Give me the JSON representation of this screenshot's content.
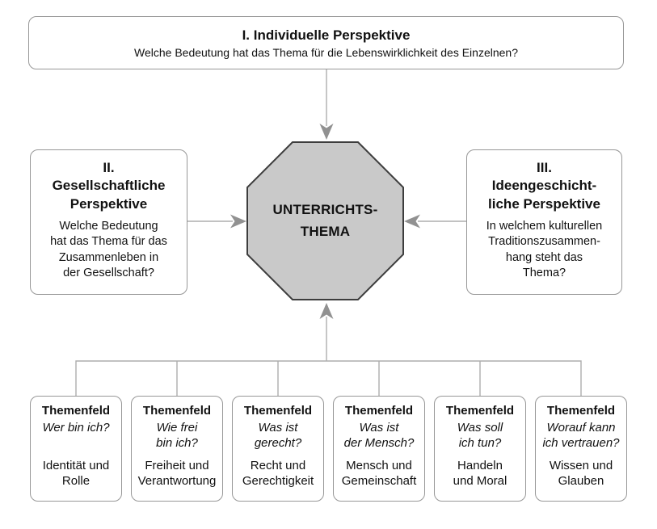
{
  "top_box": {
    "title": "I. Individuelle Perspektive",
    "question": "Welche Bedeutung hat das Thema für die Lebenswirklichkeit des Einzelnen?"
  },
  "left_box": {
    "title": "II.\nGesellschaftliche\nPerspektive",
    "question": "Welche Bedeutung\nhat das Thema für das\nZusammenleben in\nder Gesellschaft?"
  },
  "right_box": {
    "title": "III.\nIdeengeschicht-\nliche Perspektive",
    "question": "In welchem kulturellen\nTraditionszusammen-\nhang steht das\nThema?"
  },
  "center": {
    "label": "UNTERRICHTS-\nTHEMA"
  },
  "theme_fields": [
    {
      "header": "Themenfeld",
      "question": "Wer bin ich?",
      "topic": "Identität und\nRolle"
    },
    {
      "header": "Themenfeld",
      "question": "Wie frei\nbin ich?",
      "topic": "Freiheit und\nVerantwortung"
    },
    {
      "header": "Themenfeld",
      "question": "Was ist\ngerecht?",
      "topic": "Recht und\nGerechtigkeit"
    },
    {
      "header": "Themenfeld",
      "question": "Was ist\nder Mensch?",
      "topic": "Mensch und\nGemeinschaft"
    },
    {
      "header": "Themenfeld",
      "question": "Was soll\nich tun?",
      "topic": "Handeln\nund Moral"
    },
    {
      "header": "Themenfeld",
      "question": "Worauf kann\nich vertrauen?",
      "topic": "Wissen und\nGlauben"
    }
  ],
  "colors": {
    "background": "#ffffff",
    "box_border": "#979797",
    "octagon_fill": "#c9c9c9",
    "octagon_border": "#3d3d3d",
    "connector_line": "#adadad",
    "arrowhead": "#919191",
    "text": "#111111"
  }
}
